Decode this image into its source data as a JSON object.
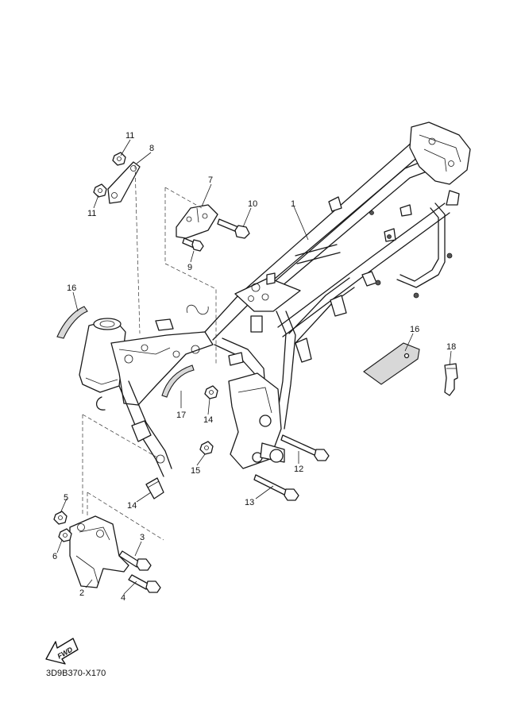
{
  "diagram": {
    "callouts": [
      {
        "id": "c1",
        "label": "1"
      },
      {
        "id": "c2",
        "label": "2"
      },
      {
        "id": "c3",
        "label": "3"
      },
      {
        "id": "c4",
        "label": "4"
      },
      {
        "id": "c5",
        "label": "5"
      },
      {
        "id": "c6",
        "label": "6"
      },
      {
        "id": "c7",
        "label": "7"
      },
      {
        "id": "c8",
        "label": "8"
      },
      {
        "id": "c9",
        "label": "9"
      },
      {
        "id": "c10",
        "label": "10"
      },
      {
        "id": "c11a",
        "label": "11"
      },
      {
        "id": "c11b",
        "label": "11"
      },
      {
        "id": "c12",
        "label": "12"
      },
      {
        "id": "c13",
        "label": "13"
      },
      {
        "id": "c14a",
        "label": "14"
      },
      {
        "id": "c14b",
        "label": "14"
      },
      {
        "id": "c15",
        "label": "15"
      },
      {
        "id": "c16a",
        "label": "16"
      },
      {
        "id": "c16b",
        "label": "16"
      },
      {
        "id": "c17",
        "label": "17"
      },
      {
        "id": "c18",
        "label": "18"
      }
    ],
    "fwd_label": "FWD",
    "drawing_code": "3D9B370-X170"
  }
}
